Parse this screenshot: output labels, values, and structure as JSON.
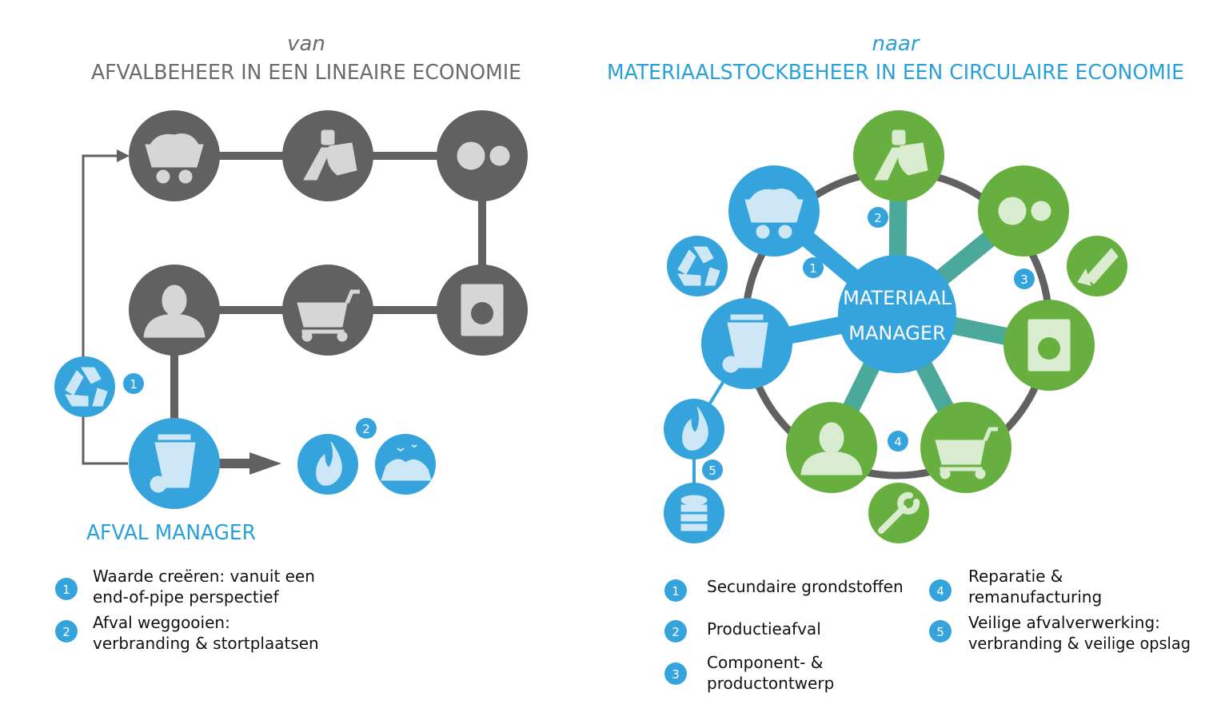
{
  "colors": {
    "blue": "#35a4dc",
    "green": "#67b03f",
    "gray": "#616161",
    "icon_blue": "#cde7f6",
    "icon_green": "#d9ecd0"
  },
  "left": {
    "subtitle": "van",
    "title": "AFVALBEHEER IN EEN LINEAIRE ECONOMIE",
    "manager_label": "AFVAL MANAGER",
    "legend": [
      {
        "num": "1",
        "line1": "Waarde creëren: vanuit een",
        "line2": "end-of-pipe perspectief"
      },
      {
        "num": "2",
        "line1": "Afval weggooien:",
        "line2": "verbranding & stortplaatsen"
      }
    ],
    "badges": [
      "1",
      "2"
    ]
  },
  "right": {
    "subtitle": "naar",
    "title": "MATERIAALSTOCKBEHEER IN EEN CIRCULAIRE ECONOMIE",
    "center_line1": "MATERIAAL",
    "center_line2": "MANAGER",
    "legend": [
      {
        "num": "1",
        "line1": "Secundaire grondstoffen",
        "line2": ""
      },
      {
        "num": "2",
        "line1": "Productieafval",
        "line2": ""
      },
      {
        "num": "3",
        "line1": "Component- &",
        "line2": "productontwerp"
      },
      {
        "num": "4",
        "line1": "Reparatie &",
        "line2": "remanufacturing"
      },
      {
        "num": "5",
        "line1": "Veilige afvalverwerking:",
        "line2": "verbranding & veilige opslag"
      }
    ],
    "badges": [
      "1",
      "2",
      "3",
      "4",
      "5"
    ]
  }
}
